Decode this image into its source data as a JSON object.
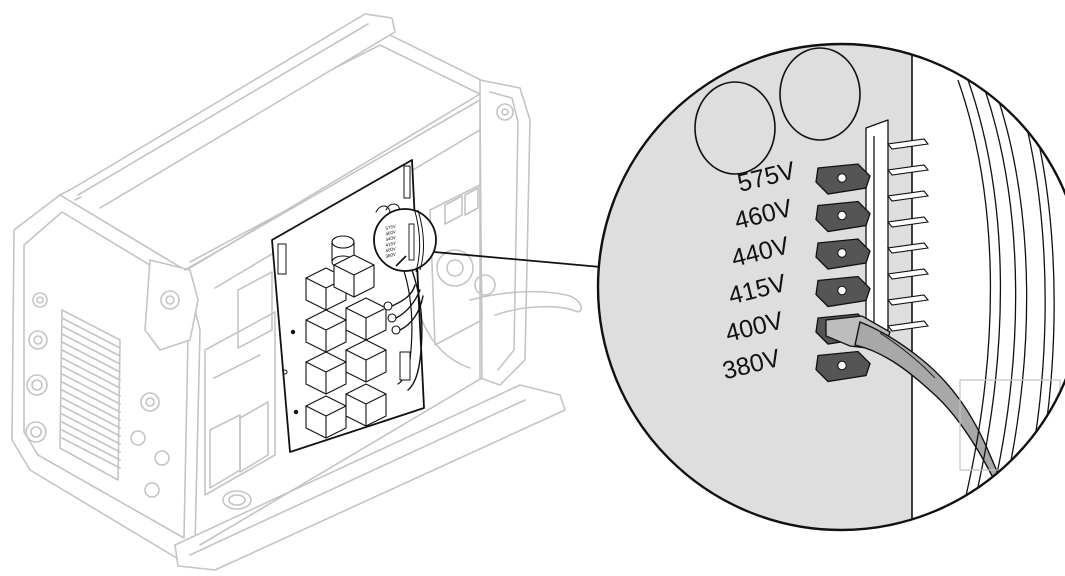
{
  "colors": {
    "ghost_stroke": "#c4c4c4",
    "ink": "#111111",
    "panel": "#ffffff",
    "tab_fill": "#555555",
    "cable_fill": "#a8a8a8"
  },
  "voltage_taps": [
    {
      "label": "575V",
      "connected": false
    },
    {
      "label": "460V",
      "connected": false
    },
    {
      "label": "440V",
      "connected": false
    },
    {
      "label": "415V",
      "connected": false
    },
    {
      "label": "400V",
      "connected": true
    },
    {
      "label": "380V",
      "connected": false
    }
  ]
}
